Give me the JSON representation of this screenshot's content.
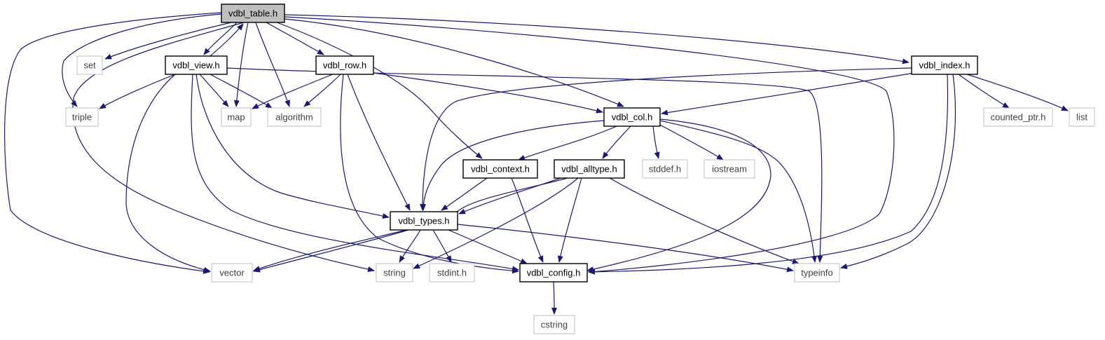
{
  "diagram": {
    "colors": {
      "edge": "#191970",
      "root_fill": "#bfbfbf",
      "project_border": "#000000",
      "external_border": "#bfbfbf"
    },
    "nodes": [
      {
        "id": "vdbl_table_h",
        "label": "vdbl_table.h",
        "kind": "root"
      },
      {
        "id": "set",
        "label": "set",
        "kind": "external"
      },
      {
        "id": "vdbl_view_h",
        "label": "vdbl_view.h",
        "kind": "project"
      },
      {
        "id": "vdbl_row_h",
        "label": "vdbl_row.h",
        "kind": "project"
      },
      {
        "id": "vdbl_index_h",
        "label": "vdbl_index.h",
        "kind": "project"
      },
      {
        "id": "triple",
        "label": "triple",
        "kind": "external"
      },
      {
        "id": "map",
        "label": "map",
        "kind": "external"
      },
      {
        "id": "algorithm",
        "label": "algorithm",
        "kind": "external"
      },
      {
        "id": "vdbl_col_h",
        "label": "vdbl_col.h",
        "kind": "project"
      },
      {
        "id": "counted_ptr_h",
        "label": "counted_ptr.h",
        "kind": "external"
      },
      {
        "id": "list",
        "label": "list",
        "kind": "external"
      },
      {
        "id": "vdbl_context_h",
        "label": "vdbl_context.h",
        "kind": "project"
      },
      {
        "id": "vdbl_alltype_h",
        "label": "vdbl_alltype.h",
        "kind": "project"
      },
      {
        "id": "stddef_h",
        "label": "stddef.h",
        "kind": "external"
      },
      {
        "id": "iostream",
        "label": "iostream",
        "kind": "external"
      },
      {
        "id": "vdbl_types_h",
        "label": "vdbl_types.h",
        "kind": "project"
      },
      {
        "id": "vector",
        "label": "vector",
        "kind": "external"
      },
      {
        "id": "string",
        "label": "string",
        "kind": "external"
      },
      {
        "id": "stdint_h",
        "label": "stdint.h",
        "kind": "external"
      },
      {
        "id": "vdbl_config_h",
        "label": "vdbl_config.h",
        "kind": "project"
      },
      {
        "id": "typeinfo",
        "label": "typeinfo",
        "kind": "external"
      },
      {
        "id": "cstring",
        "label": "cstring",
        "kind": "external"
      }
    ],
    "edges": [
      [
        "vdbl_table_h",
        "set"
      ],
      [
        "vdbl_table_h",
        "vdbl_view_h"
      ],
      [
        "vdbl_table_h",
        "vdbl_row_h"
      ],
      [
        "vdbl_table_h",
        "vdbl_index_h"
      ],
      [
        "vdbl_table_h",
        "triple"
      ],
      [
        "vdbl_table_h",
        "map"
      ],
      [
        "vdbl_table_h",
        "algorithm"
      ],
      [
        "vdbl_table_h",
        "vdbl_col_h"
      ],
      [
        "vdbl_table_h",
        "vdbl_context_h"
      ],
      [
        "vdbl_table_h",
        "vector"
      ],
      [
        "vdbl_table_h",
        "string"
      ],
      [
        "vdbl_table_h",
        "vdbl_config_h"
      ],
      [
        "vdbl_view_h",
        "vdbl_table_h"
      ],
      [
        "vdbl_view_h",
        "triple"
      ],
      [
        "vdbl_view_h",
        "map"
      ],
      [
        "vdbl_view_h",
        "algorithm"
      ],
      [
        "vdbl_view_h",
        "vector"
      ],
      [
        "vdbl_view_h",
        "vdbl_types_h"
      ],
      [
        "vdbl_view_h",
        "vdbl_config_h"
      ],
      [
        "vdbl_view_h",
        "typeinfo"
      ],
      [
        "vdbl_row_h",
        "map"
      ],
      [
        "vdbl_row_h",
        "algorithm"
      ],
      [
        "vdbl_row_h",
        "vdbl_col_h"
      ],
      [
        "vdbl_row_h",
        "vdbl_types_h"
      ],
      [
        "vdbl_row_h",
        "vdbl_config_h"
      ],
      [
        "vdbl_index_h",
        "vdbl_col_h"
      ],
      [
        "vdbl_index_h",
        "vdbl_types_h"
      ],
      [
        "vdbl_index_h",
        "counted_ptr_h"
      ],
      [
        "vdbl_index_h",
        "list"
      ],
      [
        "vdbl_index_h",
        "vdbl_config_h"
      ],
      [
        "vdbl_index_h",
        "typeinfo"
      ],
      [
        "vdbl_col_h",
        "vdbl_context_h"
      ],
      [
        "vdbl_col_h",
        "vdbl_alltype_h"
      ],
      [
        "vdbl_col_h",
        "stddef_h"
      ],
      [
        "vdbl_col_h",
        "iostream"
      ],
      [
        "vdbl_col_h",
        "vdbl_types_h"
      ],
      [
        "vdbl_col_h",
        "typeinfo"
      ],
      [
        "vdbl_col_h",
        "vdbl_config_h"
      ],
      [
        "vdbl_context_h",
        "vdbl_types_h"
      ],
      [
        "vdbl_context_h",
        "vdbl_config_h"
      ],
      [
        "vdbl_alltype_h",
        "vdbl_types_h"
      ],
      [
        "vdbl_alltype_h",
        "vector"
      ],
      [
        "vdbl_alltype_h",
        "string"
      ],
      [
        "vdbl_alltype_h",
        "vdbl_config_h"
      ],
      [
        "vdbl_alltype_h",
        "typeinfo"
      ],
      [
        "vdbl_types_h",
        "vector"
      ],
      [
        "vdbl_types_h",
        "string"
      ],
      [
        "vdbl_types_h",
        "stdint_h"
      ],
      [
        "vdbl_types_h",
        "vdbl_config_h"
      ],
      [
        "vdbl_types_h",
        "typeinfo"
      ],
      [
        "vdbl_config_h",
        "cstring"
      ]
    ]
  }
}
